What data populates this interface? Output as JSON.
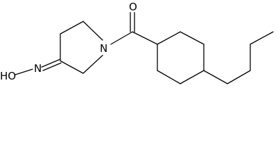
{
  "molecule": {
    "atoms": {
      "hydroxyl": "HO",
      "oxime_nitrogen": "N",
      "ring_nitrogen": "N",
      "carbonyl_oxygen": "O"
    },
    "colors": {
      "bond": "#000000",
      "label": "#000000",
      "background": "#ffffff"
    }
  }
}
